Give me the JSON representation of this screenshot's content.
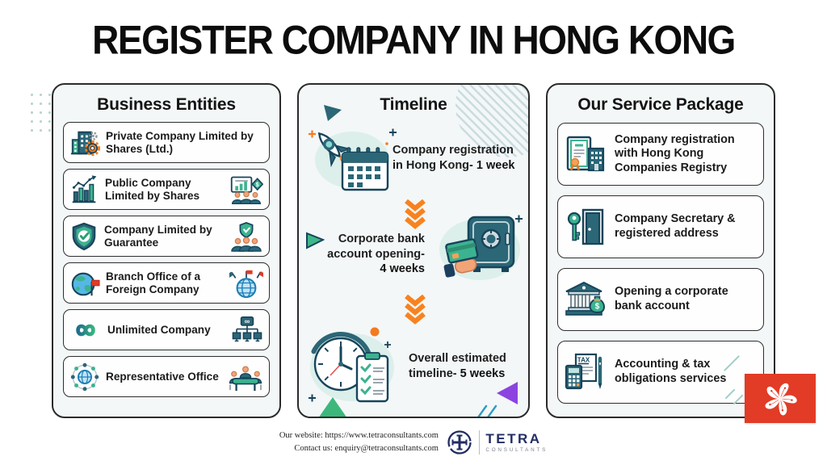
{
  "title": "REGISTER COMPANY IN HONG KONG",
  "business_entities": {
    "title": "Business Entities",
    "items": [
      {
        "label": "Private Company Limited by Shares (Ltd.)",
        "icon": "building-gear-icon"
      },
      {
        "label": "Public Company Limited by Shares",
        "icon": "growth-chart-icon",
        "icon_right": "presentation-shareholders-icon"
      },
      {
        "label": "Company Limited by Guarantee",
        "icon": "shield-check-icon",
        "icon_right": "shield-members-icon"
      },
      {
        "label": "Branch Office of a Foreign Company",
        "icon": "globe-flag-icon",
        "icon_right": "global-offices-icon"
      },
      {
        "label": "Unlimited Company",
        "icon": "infinity-icon",
        "icon_right": "org-network-icon"
      },
      {
        "label": "Representative Office",
        "icon": "network-sphere-icon",
        "icon_right": "meeting-table-icon"
      }
    ]
  },
  "timeline": {
    "title": "Timeline",
    "steps": [
      {
        "text": "Company registration in Hong Kong-",
        "duration": "1 week",
        "icon": "rocket-calendar-icon"
      },
      {
        "text": "Corporate bank account opening-",
        "duration": "4 weeks",
        "icon": "safe-credit-card-icon"
      },
      {
        "text": "Overall estimated timeline-",
        "duration": "5 weeks",
        "icon": "clock-checklist-icon"
      }
    ]
  },
  "service_package": {
    "title": "Our Service Package",
    "items": [
      {
        "label": "Company registration with Hong Kong Companies Registry",
        "icon": "certificate-building-icon"
      },
      {
        "label": "Company Secretary & registered address",
        "icon": "key-door-icon"
      },
      {
        "label": "Opening a corporate bank account",
        "icon": "bank-moneybag-icon"
      },
      {
        "label": "Accounting & tax obligations services",
        "icon": "calculator-tax-icon"
      }
    ]
  },
  "glyphs": {
    "tax": "TAX",
    "infinity": "∞",
    "dollar": "$"
  },
  "footer": {
    "website": "Our website: https://www.tetraconsultants.com",
    "contact": "Contact us: enquiry@tetraconsultants.com",
    "brand_name": "TETRA",
    "brand_sub": "CONSULTANTS"
  },
  "colors": {
    "accent_teal": "#2b6777",
    "accent_green": "#3cb390",
    "accent_orange": "#f47b20",
    "flag_red": "#e23b26",
    "brand_navy": "#232d62"
  }
}
